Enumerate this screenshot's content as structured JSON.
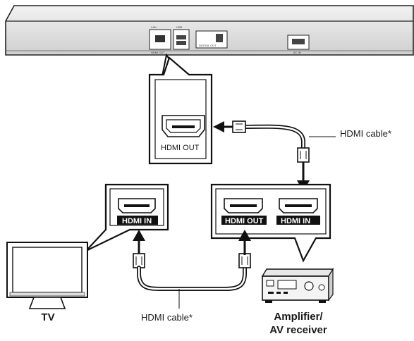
{
  "player": {
    "hdmi_out_label": "HDMI OUT",
    "panel_text": [
      "LAN",
      "HDMI OUT",
      "DIGITAL OUT",
      "USB",
      "AC IN"
    ]
  },
  "tv": {
    "label": "TV",
    "hdmi_in_label": "HDMI IN"
  },
  "amplifier": {
    "label_line1": "Amplifier/",
    "label_line2": "AV receiver",
    "hdmi_out_label": "HDMI OUT",
    "hdmi_in_label": "HDMI IN"
  },
  "cables": {
    "upper_label": "HDMI cable*",
    "lower_label": "HDMI cable*"
  }
}
